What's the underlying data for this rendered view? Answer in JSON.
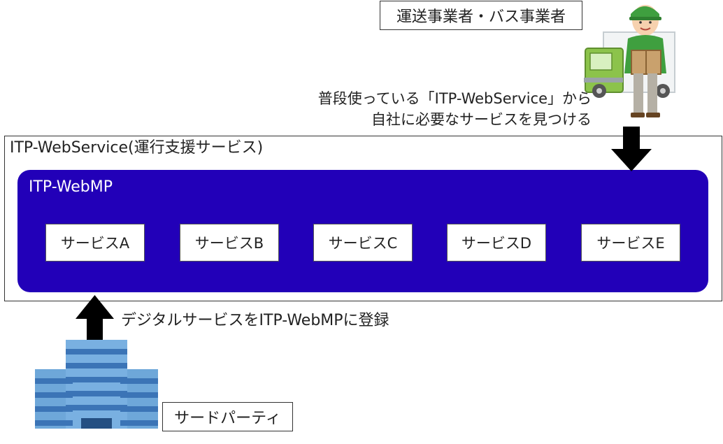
{
  "operator": {
    "label": "運送事業者・バス事業者"
  },
  "top_message": {
    "line1": "普段使っている「ITP-WebService」から",
    "line2": "自社に必要なサービスを見つける"
  },
  "outer_service": {
    "title": "ITP-WebService(運行支援サービス)"
  },
  "marketplace": {
    "title": "ITP-WebMP",
    "services": [
      {
        "label": "サービスA"
      },
      {
        "label": "サービスB"
      },
      {
        "label": "サービスC"
      },
      {
        "label": "サービスD"
      },
      {
        "label": "サービスE"
      }
    ]
  },
  "registration_message": {
    "text": "デジタルサービスをITP-WebMPに登録"
  },
  "third_party": {
    "label": "サードパーティ"
  },
  "colors": {
    "marketplace_fill": "#2200b8",
    "truck_green": "#8cc34b",
    "worker_shirt_green": "#3f9f3f",
    "building_blue": "#6ea7d9"
  },
  "icons": {
    "operator_illustration": "delivery-worker-truck-icon",
    "third_party_illustration": "office-building-icon",
    "down_arrow": "arrow-down-icon",
    "up_arrow": "arrow-up-icon"
  }
}
